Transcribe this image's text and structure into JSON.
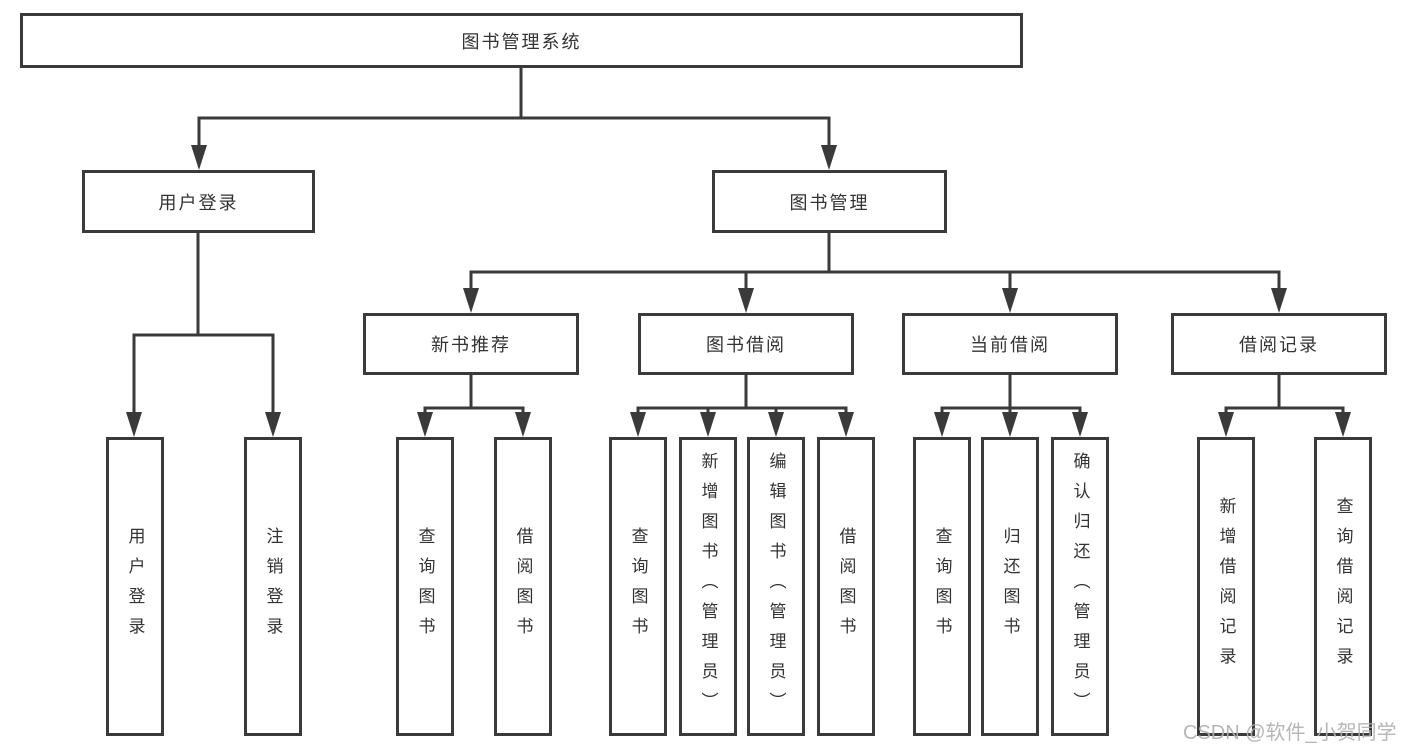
{
  "tree": {
    "root": {
      "label": "图书管理系统",
      "children": [
        {
          "label": "用户登录",
          "children": [
            {
              "label": "用户登录"
            },
            {
              "label": "注销登录"
            }
          ]
        },
        {
          "label": "图书管理",
          "children": [
            {
              "label": "新书推荐",
              "children": [
                {
                  "label": "查询图书"
                },
                {
                  "label": "借阅图书"
                }
              ]
            },
            {
              "label": "图书借阅",
              "children": [
                {
                  "label": "查询图书"
                },
                {
                  "label": "新增图书（管理员）"
                },
                {
                  "label": "编辑图书（管理员）"
                },
                {
                  "label": "借阅图书"
                }
              ]
            },
            {
              "label": "当前借阅",
              "children": [
                {
                  "label": "查询图书"
                },
                {
                  "label": "归还图书"
                },
                {
                  "label": "确认归还（管理员）"
                }
              ]
            },
            {
              "label": "借阅记录",
              "children": [
                {
                  "label": "新增借阅记录"
                },
                {
                  "label": "查询借阅记录"
                }
              ]
            }
          ]
        }
      ]
    }
  },
  "watermark": {
    "text": "CSDN @软件_小贺同学"
  },
  "colors": {
    "line": "#3a3a3a",
    "text": "#333333",
    "background": "#ffffff",
    "watermark_text": "#b0b0b0"
  }
}
